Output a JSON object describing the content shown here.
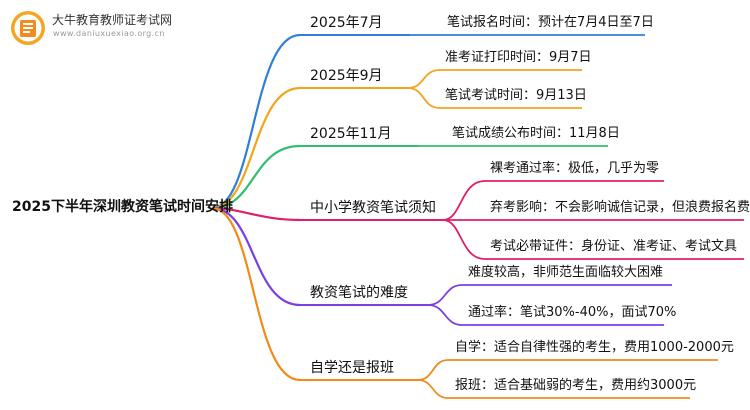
{
  "header": {
    "site_name": "大牛教育教师证考试网",
    "site_url": "www.daniuxuexiao.org.cn"
  },
  "colors": {
    "blue": "#2f7fd9",
    "orange": "#f2a41b",
    "green": "#2fbf6f",
    "pink": "#e01f6b",
    "purple": "#7b3fe4",
    "darkorange": "#f08a1a"
  },
  "mindmap": {
    "root": "2025下半年深圳教资笔试时间安排",
    "branches": [
      {
        "label": "2025年7月",
        "color": "blue",
        "children": [
          "笔试报名时间：预计在7月4日至7日"
        ]
      },
      {
        "label": "2025年9月",
        "color": "orange",
        "children": [
          "准考证打印时间：9月7日",
          "笔试考试时间：9月13日"
        ]
      },
      {
        "label": "2025年11月",
        "color": "green",
        "children": [
          "笔试成绩公布时间：11月8日"
        ]
      },
      {
        "label": "中小学教资笔试须知",
        "color": "pink",
        "children": [
          "裸考通过率：极低，几乎为零",
          "弃考影响：不会影响诚信记录，但浪费报名费",
          "考试必带证件：身份证、准考证、考试文具"
        ]
      },
      {
        "label": "教资笔试的难度",
        "color": "purple",
        "children": [
          "难度较高，非师范生面临较大困难",
          "通过率：笔试30%-40%，面试70%"
        ]
      },
      {
        "label": "自学还是报班",
        "color": "darkorange",
        "children": [
          "自学：适合自律性强的考生，费用1000-2000元",
          "报班：适合基础弱的考生，费用约3000元"
        ]
      }
    ]
  }
}
